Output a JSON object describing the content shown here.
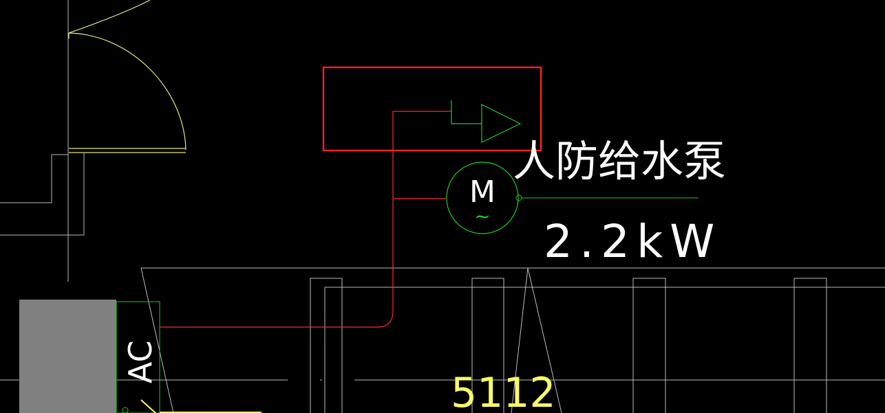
{
  "drawing": {
    "pump_label": "人防给水泵",
    "pump_power": "2.2kW",
    "motor_symbol": "M",
    "motor_tilde": "~",
    "panel_label": "AC",
    "dimension_text": "5112"
  },
  "colors": {
    "background": "#000000",
    "wall": "#c8c8c8",
    "door_arc": "#e6e67a",
    "pipe_red": "#ff2a2a",
    "symbol_green": "#22cc22",
    "highlight_box": "#ff2020",
    "text_white": "#ffffff",
    "dimension_yellow": "#ffff66",
    "panel_fill": "#808080"
  }
}
